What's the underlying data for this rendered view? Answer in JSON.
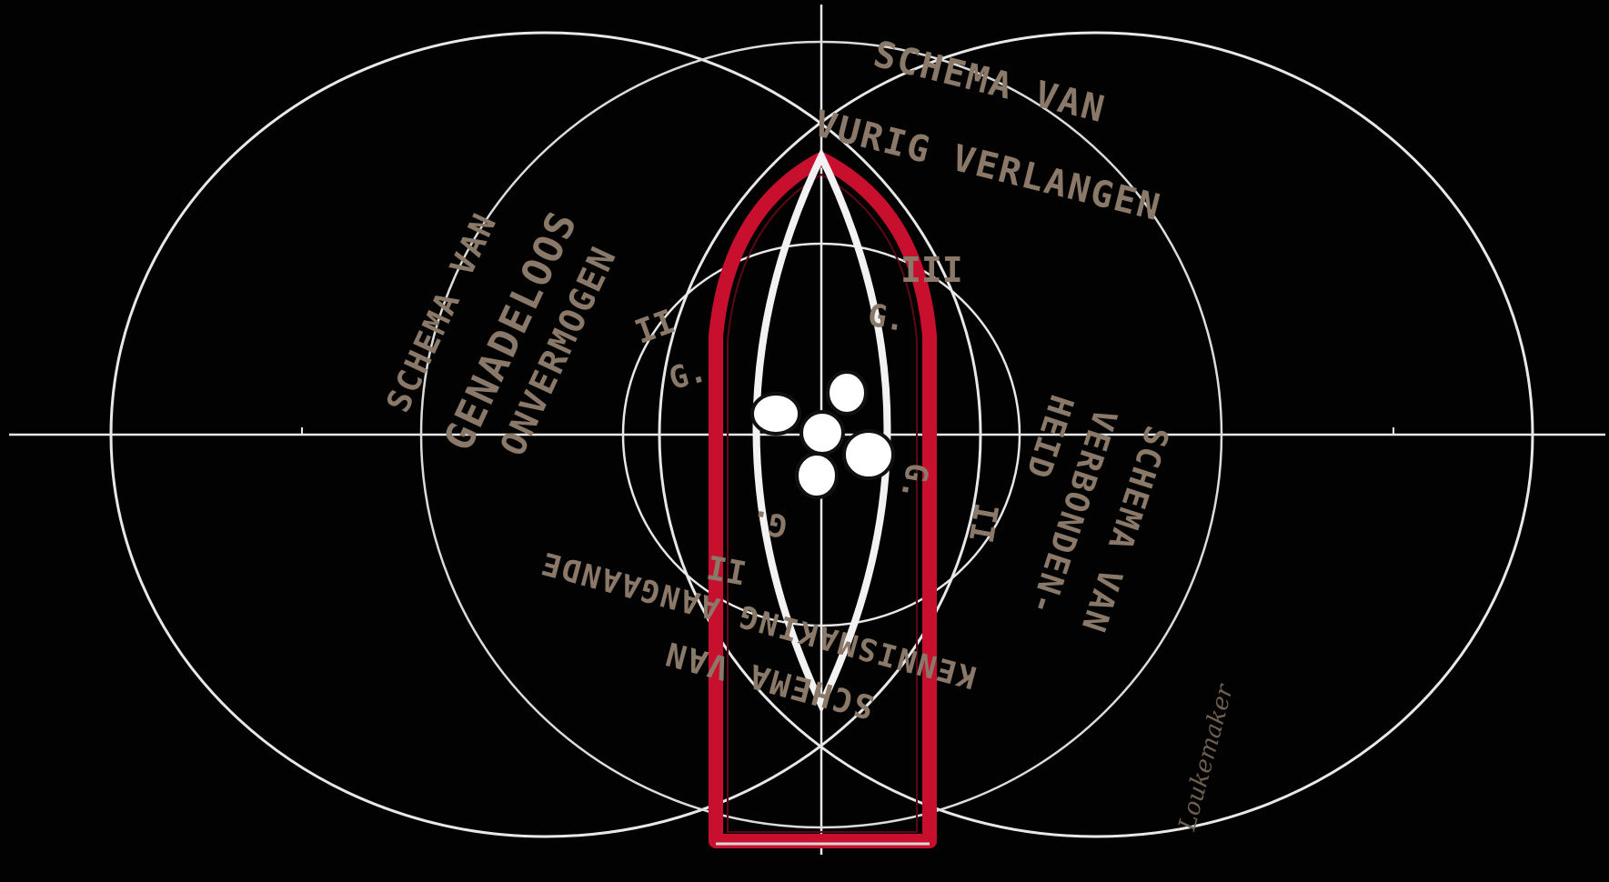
{
  "labels": {
    "top_right_line1": "SCHEMA VAN",
    "top_right_line2": "VURIG VERLANGEN",
    "left_line1": "SCHEMA VAN",
    "left_line2": "GENADELOOS",
    "left_line3": "ONVERMOGEN",
    "bottom_line1": "SCHEMA VAN",
    "bottom_line2": "KENNISMAKING AANGAANDE",
    "right_line1": "SCHEMA VAN",
    "right_line2": "VERBONDEN-",
    "right_line3": "HEID"
  },
  "marks": {
    "numeral_top": "III",
    "numeral_left": "II",
    "numeral_right": "II",
    "numeral_bottom": "II",
    "g_left": "G.",
    "g_top": "G.",
    "g_right": "G.",
    "g_bottom": "G."
  },
  "signature": "Loukemaker",
  "colors": {
    "background": "#020202",
    "lines": "#e8e8e8",
    "arch_outer": "#c8102e",
    "arch_inner": "#f2f2f2",
    "handwriting": "#8a7868"
  }
}
